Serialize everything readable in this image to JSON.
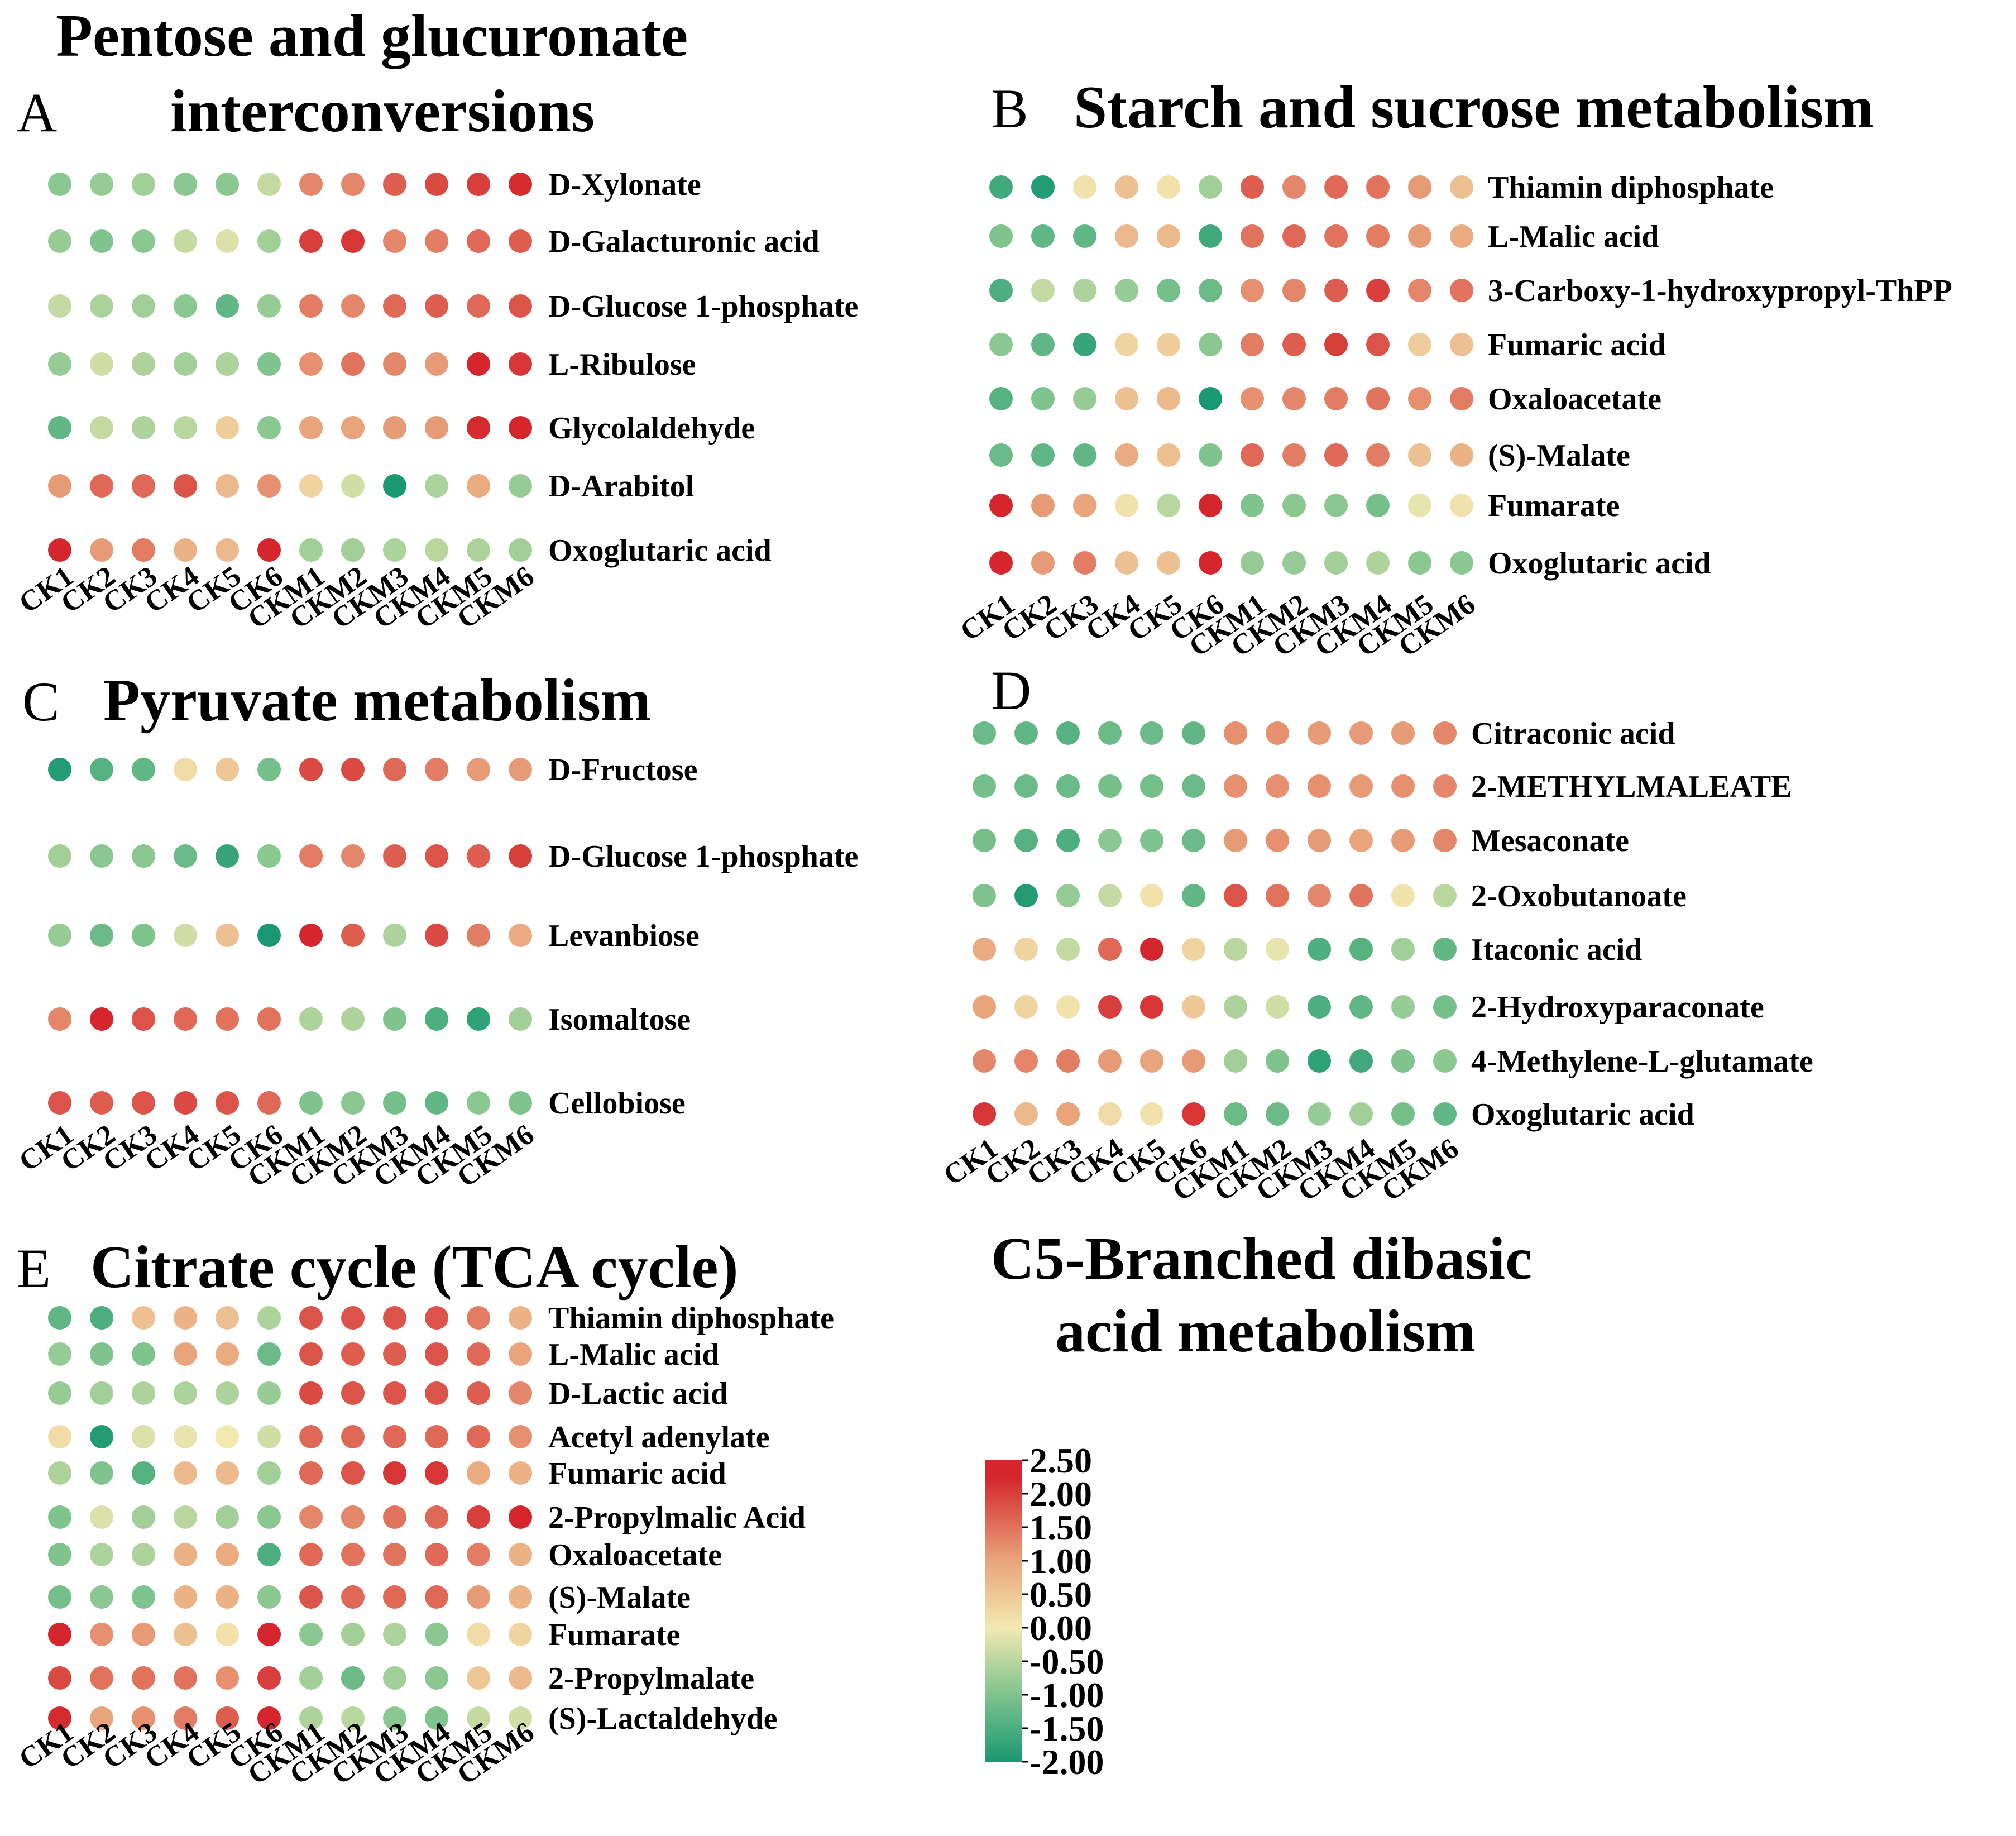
{
  "chart_data": {
    "type": "heatmap",
    "color_scale": {
      "min": -2.0,
      "max": 2.5,
      "ticks": [
        "2.50",
        "2.00",
        "1.50",
        "1.00",
        "0.50",
        "0.00",
        "-0.50",
        "-1.00",
        "-1.50",
        "-2.00"
      ],
      "colors": [
        "#1a9870",
        "#7fc38e",
        "#f2e9b0",
        "#e9a47c",
        "#d4262c"
      ]
    },
    "panels": [
      {
        "letter": "A",
        "title_lines": [
          "Pentose and glucuronate",
          "interconversions"
        ],
        "columns": [
          "CK1",
          "CK2",
          "CK3",
          "CK4",
          "CK5",
          "CK6",
          "CKM1",
          "CKM2",
          "CKM3",
          "CKM4",
          "CKM5",
          "CKM6"
        ],
        "rows": [
          "D-Xylonate",
          "D-Galacturonic acid",
          "D-Glucose 1-phosphate",
          "L-Ribulose",
          "Glycolaldehyde",
          "D-Arabitol",
          "Oxoglutaric acid"
        ],
        "values": [
          [
            -0.9,
            -0.8,
            -0.7,
            -0.9,
            -0.9,
            -0.4,
            1.3,
            1.3,
            1.7,
            1.9,
            2.0,
            2.2
          ],
          [
            -0.8,
            -1.0,
            -0.9,
            -0.4,
            -0.2,
            -0.7,
            2.0,
            2.1,
            1.3,
            1.4,
            1.6,
            1.7
          ],
          [
            -0.4,
            -0.6,
            -0.7,
            -0.9,
            -1.3,
            -0.8,
            1.4,
            1.3,
            1.6,
            1.7,
            1.6,
            1.8
          ],
          [
            -0.8,
            -0.3,
            -0.6,
            -0.7,
            -0.6,
            -1.0,
            1.2,
            1.5,
            1.3,
            1.1,
            2.4,
            2.1
          ],
          [
            -1.3,
            -0.4,
            -0.6,
            -0.5,
            0.4,
            -0.9,
            1.0,
            1.0,
            1.1,
            1.1,
            2.2,
            2.3
          ],
          [
            1.1,
            1.6,
            1.6,
            1.8,
            0.7,
            1.2,
            0.3,
            -0.3,
            -2.0,
            -0.6,
            0.9,
            -0.8
          ],
          [
            2.4,
            1.1,
            1.4,
            0.8,
            0.7,
            2.4,
            -0.7,
            -0.7,
            -0.6,
            -0.5,
            -0.6,
            -0.7
          ]
        ]
      },
      {
        "letter": "B",
        "title_lines": [
          "Starch and sucrose metabolism"
        ],
        "columns": [
          "CK1",
          "CK2",
          "CK3",
          "CK4",
          "CK5",
          "CK6",
          "CKM1",
          "CKM2",
          "CKM3",
          "CKM4",
          "CKM5",
          "CKM6"
        ],
        "rows": [
          "Thiamin diphosphate",
          "L-Malic acid",
          "3-Carboxy-1-hydroxypropyl-ThPP",
          "Fumaric acid",
          "Oxaloacetate",
          "(S)-Malate",
          "Fumarate",
          "Oxoglutaric acid"
        ],
        "values": [
          [
            -1.6,
            -1.9,
            0.1,
            0.6,
            0.1,
            -0.7,
            1.7,
            1.3,
            1.6,
            1.5,
            1.1,
            0.6
          ],
          [
            -1.0,
            -1.3,
            -1.3,
            0.7,
            0.7,
            -1.6,
            1.5,
            1.6,
            1.5,
            1.4,
            1.1,
            0.9
          ],
          [
            -1.5,
            -0.4,
            -0.6,
            -0.8,
            -1.1,
            -1.2,
            1.2,
            1.3,
            1.7,
            2.0,
            1.3,
            1.5
          ],
          [
            -0.9,
            -1.3,
            -1.7,
            0.3,
            0.4,
            -0.9,
            1.4,
            1.7,
            2.0,
            1.8,
            0.4,
            0.6
          ],
          [
            -1.4,
            -1.0,
            -0.8,
            0.6,
            0.7,
            -2.0,
            1.2,
            1.3,
            1.4,
            1.5,
            1.2,
            1.4
          ],
          [
            -1.2,
            -1.3,
            -1.3,
            0.9,
            0.6,
            -1.0,
            1.6,
            1.4,
            1.6,
            1.4,
            0.6,
            0.8
          ],
          [
            2.3,
            1.1,
            1.0,
            0.1,
            -0.5,
            2.4,
            -1.0,
            -0.9,
            -0.9,
            -1.1,
            -0.1,
            0.1
          ],
          [
            2.3,
            1.1,
            1.4,
            0.6,
            0.6,
            2.4,
            -0.8,
            -0.8,
            -0.7,
            -0.6,
            -0.9,
            -0.9
          ]
        ]
      },
      {
        "letter": "C",
        "title_lines": [
          "Pyruvate metabolism"
        ],
        "columns": [
          "CK1",
          "CK2",
          "CK3",
          "CK4",
          "CK5",
          "CK6",
          "CKM1",
          "CKM2",
          "CKM3",
          "CKM4",
          "CKM5",
          "CKM6"
        ],
        "rows": [
          "D-Fructose",
          "D-Glucose 1-phosphate",
          "Levanbiose",
          "Isomaltose",
          "Cellobiose"
        ],
        "values": [
          [
            -1.9,
            -1.4,
            -1.3,
            0.2,
            0.5,
            -1.1,
            1.9,
            1.9,
            1.6,
            1.4,
            1.1,
            1.1
          ],
          [
            -0.7,
            -0.9,
            -0.9,
            -1.2,
            -1.7,
            -0.9,
            1.4,
            1.3,
            1.7,
            1.8,
            1.7,
            2.0
          ],
          [
            -0.8,
            -1.2,
            -1.0,
            -0.3,
            0.6,
            -2.0,
            2.3,
            1.7,
            -0.6,
            1.9,
            1.4,
            0.9
          ],
          [
            1.3,
            2.4,
            1.8,
            1.6,
            1.5,
            1.5,
            -0.6,
            -0.6,
            -1.0,
            -1.5,
            -1.8,
            -0.7
          ],
          [
            1.8,
            1.7,
            1.8,
            1.9,
            1.8,
            1.6,
            -1.0,
            -0.9,
            -1.1,
            -1.3,
            -0.9,
            -1.0
          ]
        ]
      },
      {
        "letter": "D",
        "title_lines": [
          "C5-Branched dibasic",
          "acid metabolism"
        ],
        "columns": [
          "CK1",
          "CK2",
          "CK3",
          "CK4",
          "CK5",
          "CK6",
          "CKM1",
          "CKM2",
          "CKM3",
          "CKM4",
          "CKM5",
          "CKM6"
        ],
        "rows": [
          "Citraconic acid",
          "2-METHYLMALEATE",
          "Mesaconate",
          "2-Oxobutanoate",
          "Itaconic acid",
          "2-Hydroxyparaconate",
          "4-Methylene-L-glutamate",
          "Oxoglutaric acid"
        ],
        "values": [
          [
            -1.2,
            -1.3,
            -1.4,
            -1.2,
            -1.2,
            -1.3,
            1.2,
            1.2,
            1.1,
            1.1,
            1.1,
            1.3
          ],
          [
            -1.1,
            -1.2,
            -1.2,
            -1.1,
            -1.1,
            -1.2,
            1.2,
            1.2,
            1.2,
            1.1,
            1.2,
            1.3
          ],
          [
            -1.1,
            -1.4,
            -1.5,
            -0.9,
            -1.0,
            -1.2,
            1.1,
            1.2,
            1.1,
            1.0,
            1.1,
            1.3
          ],
          [
            -1.0,
            -1.9,
            -0.8,
            -0.4,
            0.1,
            -1.3,
            1.8,
            1.5,
            1.3,
            1.5,
            0.1,
            -0.5
          ],
          [
            0.9,
            0.3,
            -0.4,
            1.6,
            2.4,
            0.3,
            -0.5,
            -0.1,
            -1.5,
            -1.4,
            -0.7,
            -1.3
          ],
          [
            1.0,
            0.3,
            0.1,
            2.0,
            2.1,
            0.5,
            -0.6,
            -0.3,
            -1.5,
            -1.3,
            -0.8,
            -1.1
          ],
          [
            1.3,
            1.3,
            1.4,
            1.1,
            1.0,
            1.1,
            -0.7,
            -1.0,
            -1.8,
            -1.6,
            -1.0,
            -0.9
          ],
          [
            2.1,
            0.7,
            1.0,
            0.2,
            0.1,
            2.1,
            -1.2,
            -1.2,
            -0.8,
            -0.7,
            -1.1,
            -1.3
          ]
        ]
      },
      {
        "letter": "E",
        "title_lines": [
          "Citrate cycle (TCA cycle)"
        ],
        "columns": [
          "CK1",
          "CK2",
          "CK3",
          "CK4",
          "CK5",
          "CK6",
          "CKM1",
          "CKM2",
          "CKM3",
          "CKM4",
          "CKM5",
          "CKM6"
        ],
        "rows": [
          "Thiamin diphosphate",
          "L-Malic acid",
          "D-Lactic acid",
          "Acetyl adenylate",
          "Fumaric acid",
          "2-Propylmalic Acid",
          "Oxaloacetate",
          "(S)-Malate",
          "Fumarate",
          "2-Propylmalate",
          "(S)-Lactaldehyde"
        ],
        "values": [
          [
            -1.3,
            -1.5,
            0.6,
            0.8,
            0.6,
            -0.6,
            1.8,
            1.8,
            1.8,
            1.8,
            1.4,
            0.8
          ],
          [
            -0.8,
            -1.0,
            -1.0,
            1.0,
            0.9,
            -1.2,
            1.8,
            1.7,
            1.7,
            1.8,
            1.6,
            1.0
          ],
          [
            -0.8,
            -0.7,
            -0.6,
            -0.6,
            -0.6,
            -0.8,
            1.9,
            1.8,
            1.8,
            1.8,
            1.7,
            1.3
          ],
          [
            0.2,
            -1.9,
            -0.2,
            -0.1,
            0.0,
            -0.3,
            1.6,
            1.6,
            1.6,
            1.6,
            1.6,
            1.2
          ],
          [
            -0.6,
            -1.0,
            -1.4,
            0.7,
            0.7,
            -0.7,
            1.6,
            1.8,
            2.1,
            2.1,
            0.9,
            0.8
          ],
          [
            -1.0,
            -0.2,
            -0.7,
            -0.5,
            -0.7,
            -0.9,
            1.3,
            1.3,
            1.5,
            1.6,
            2.0,
            2.3
          ],
          [
            -1.0,
            -0.6,
            -0.6,
            0.8,
            0.9,
            -1.5,
            1.6,
            1.5,
            1.5,
            1.6,
            1.4,
            0.8
          ],
          [
            -1.1,
            -0.9,
            -1.0,
            0.8,
            0.8,
            -0.9,
            1.8,
            1.6,
            1.6,
            1.6,
            1.1,
            0.8
          ],
          [
            2.4,
            1.2,
            1.1,
            0.6,
            0.1,
            2.4,
            -0.9,
            -0.7,
            -0.6,
            -0.9,
            0.2,
            0.3
          ],
          [
            1.9,
            1.5,
            1.5,
            1.5,
            1.2,
            2.0,
            -0.7,
            -1.2,
            -0.7,
            -0.9,
            0.5,
            0.7
          ],
          [
            2.2,
            1.0,
            1.2,
            1.4,
            1.7,
            2.4,
            -0.6,
            -0.5,
            -0.9,
            -1.0,
            -0.4,
            -0.3
          ]
        ]
      }
    ]
  }
}
